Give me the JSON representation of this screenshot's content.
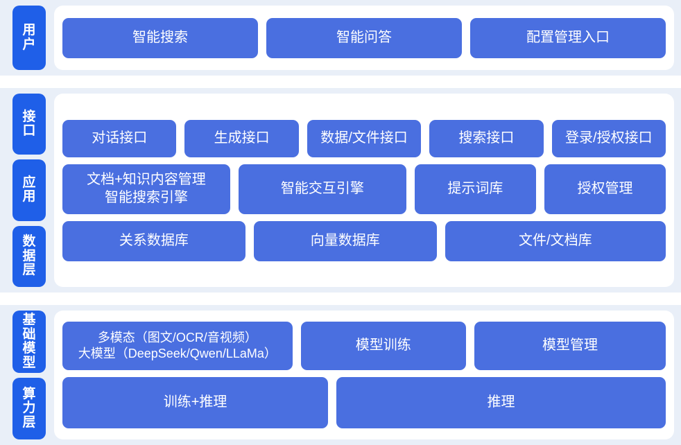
{
  "colors": {
    "page_background": "#e9eff8",
    "panel_background": "#ffffff",
    "rail_tab": "#1f5fe8",
    "card": "#4a6fe0",
    "card_text": "#ffffff"
  },
  "sections": [
    {
      "id": "user-section",
      "rails": [
        {
          "id": "rail-user",
          "label": "用户"
        }
      ],
      "rows": [
        {
          "id": "row-user",
          "height_class": "h-user",
          "cards": [
            {
              "id": "card-intelligent-search",
              "label": "智能搜索",
              "flex": 1
            },
            {
              "id": "card-intelligent-qa",
              "label": "智能问答",
              "flex": 1
            },
            {
              "id": "card-config-management-entry",
              "label": "配置管理入口",
              "flex": 1
            }
          ]
        }
      ]
    },
    {
      "id": "platform-section",
      "rails": [
        {
          "id": "rail-interface",
          "label": "接口"
        },
        {
          "id": "rail-application",
          "label": "应用"
        },
        {
          "id": "rail-data-layer",
          "label": "数据层"
        }
      ],
      "rows": [
        {
          "id": "row-interface",
          "height_class": "h-iface",
          "cards": [
            {
              "id": "card-dialog-api",
              "label": "对话接口",
              "flex": 1
            },
            {
              "id": "card-generation-api",
              "label": "生成接口",
              "flex": 1
            },
            {
              "id": "card-data-file-api",
              "label": "数据/文件接口",
              "flex": 1
            },
            {
              "id": "card-search-api",
              "label": "搜索接口",
              "flex": 1
            },
            {
              "id": "card-login-auth-api",
              "label": "登录/授权接口",
              "flex": 1
            }
          ]
        },
        {
          "id": "row-application",
          "height_class": "h-app",
          "cards": [
            {
              "id": "card-doc-knowledge-management",
              "label": "文档+知识内容管理\n智能搜索引擎",
              "flex": 1.42
            },
            {
              "id": "card-interactive-engine",
              "label": "智能交互引擎",
              "flex": 1.42
            },
            {
              "id": "card-prompt-library",
              "label": "提示词库",
              "flex": 1
            },
            {
              "id": "card-authorization-management",
              "label": "授权管理",
              "flex": 1
            }
          ]
        },
        {
          "id": "row-data-layer",
          "height_class": "h-data",
          "cards": [
            {
              "id": "card-relational-database",
              "label": "关系数据库",
              "flex": 1
            },
            {
              "id": "card-vector-database",
              "label": "向量数据库",
              "flex": 1
            },
            {
              "id": "card-file-document-store",
              "label": "文件/文档库",
              "flex": 1.22
            }
          ]
        }
      ]
    },
    {
      "id": "infrastructure-section",
      "rails": [
        {
          "id": "rail-foundation-model",
          "label": "基础模型"
        },
        {
          "id": "rail-compute-layer",
          "label": "算力层"
        }
      ],
      "rows": [
        {
          "id": "row-foundation-model",
          "height_class": "h-model",
          "cards": [
            {
              "id": "card-multimodal-large-model",
              "label": "多模态（图文/OCR/音视频）\n大模型（DeepSeek/Qwen/LLaMa）",
              "flex": 1.42,
              "small": true
            },
            {
              "id": "card-model-training",
              "label": "模型训练",
              "flex": 1
            },
            {
              "id": "card-model-management",
              "label": "模型管理",
              "flex": 1.17
            }
          ]
        },
        {
          "id": "row-compute-layer",
          "height_class": "h-power",
          "cards": [
            {
              "id": "card-training-inference",
              "label": "训练+推理",
              "flex": 1
            },
            {
              "id": "card-inference",
              "label": "推理",
              "flex": 1.25
            }
          ]
        }
      ]
    }
  ]
}
